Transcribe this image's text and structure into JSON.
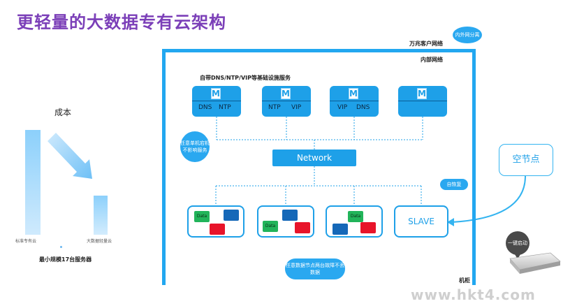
{
  "title": "更轻量的大数据专有云架构",
  "left_chart": {
    "label": "成本",
    "bar1_caption": "标准专有云",
    "bar2_caption": "大数据轻量云",
    "footer": "最小规模17台服务器"
  },
  "labels": {
    "outer_network": "万兆客户网络",
    "inner_network": "内部网络",
    "infrastructure": "自带DNS/NTP/VIP等基础设施服务",
    "cabinet": "机柜"
  },
  "bubbles": {
    "isolation": "内外网分离",
    "single_failure": "任意单机宕机不影响服务",
    "auto_recover": "自恢复",
    "data_loss": "任意数据节点两台故障不丢数据",
    "one_key_start": "一键启动"
  },
  "servers": [
    {
      "badge": "M",
      "left": "DNS",
      "right": "NTP"
    },
    {
      "badge": "M",
      "left": "NTP",
      "right": "VIP"
    },
    {
      "badge": "M",
      "left": "VIP",
      "right": "DNS"
    },
    {
      "badge": "M",
      "left": "",
      "right": ""
    }
  ],
  "network_label": "Network",
  "data_label": "Data",
  "slave_label": "SLAVE",
  "empty_node_label": "空节点",
  "watermark": "www.hkt4.com",
  "colors": {
    "primary": "#1ea0e8",
    "title": "#7b3fb8",
    "data_green": "#22b45a",
    "data_blue": "#1568b8",
    "data_red": "#e8142a"
  }
}
